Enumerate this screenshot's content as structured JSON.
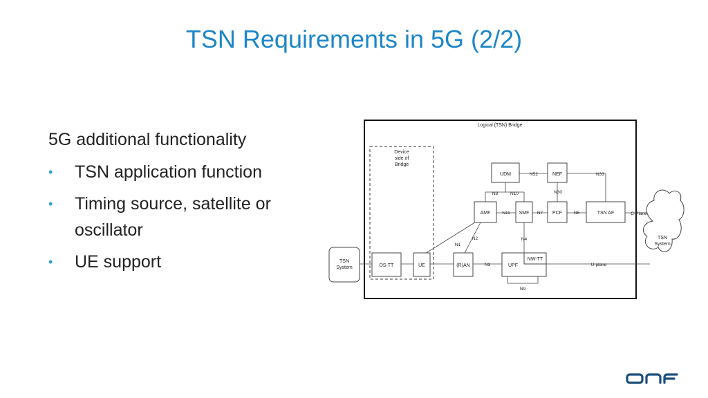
{
  "slide": {
    "title": "TSN Requirements in 5G (2/2)",
    "heading": "5G additional functionality",
    "bullets": [
      "TSN application function",
      "Timing source, satellite or oscillator",
      "UE support"
    ]
  },
  "diagram": {
    "bridge_label": "Logical (TSN) Bridge",
    "device_side_label": [
      "Device",
      "side of",
      "Bridge"
    ],
    "nodes": {
      "udm": "UDM",
      "nef": "NEF",
      "amf": "AMF",
      "smf": "SMF",
      "pcf": "PCF",
      "tsn_af": "TSN AF",
      "ds_tt": "DS-TT",
      "ue": "UE",
      "ran": "(R)AN",
      "upf": "UPF",
      "nw_tt": "NW-TT"
    },
    "tsn_system_left": [
      "TSN",
      "System"
    ],
    "tsn_system_right": [
      "TSN",
      "System"
    ],
    "interfaces": {
      "n52": "N52",
      "n33": "N33",
      "n8": "N8",
      "n10": "N10",
      "n30": "N30",
      "n11": "N11",
      "n7": "N7",
      "n5": "N5",
      "n1": "N1",
      "n2": "N2",
      "n4": "N4",
      "n3": "N3",
      "n9": "N9"
    },
    "c_plane": "C-Plane",
    "u_plane": "U-plane"
  },
  "logo": {
    "text": "onf",
    "color": "#1a4e7a"
  },
  "colors": {
    "title": "#1d86c8",
    "bullet": "#2a9fd6"
  }
}
